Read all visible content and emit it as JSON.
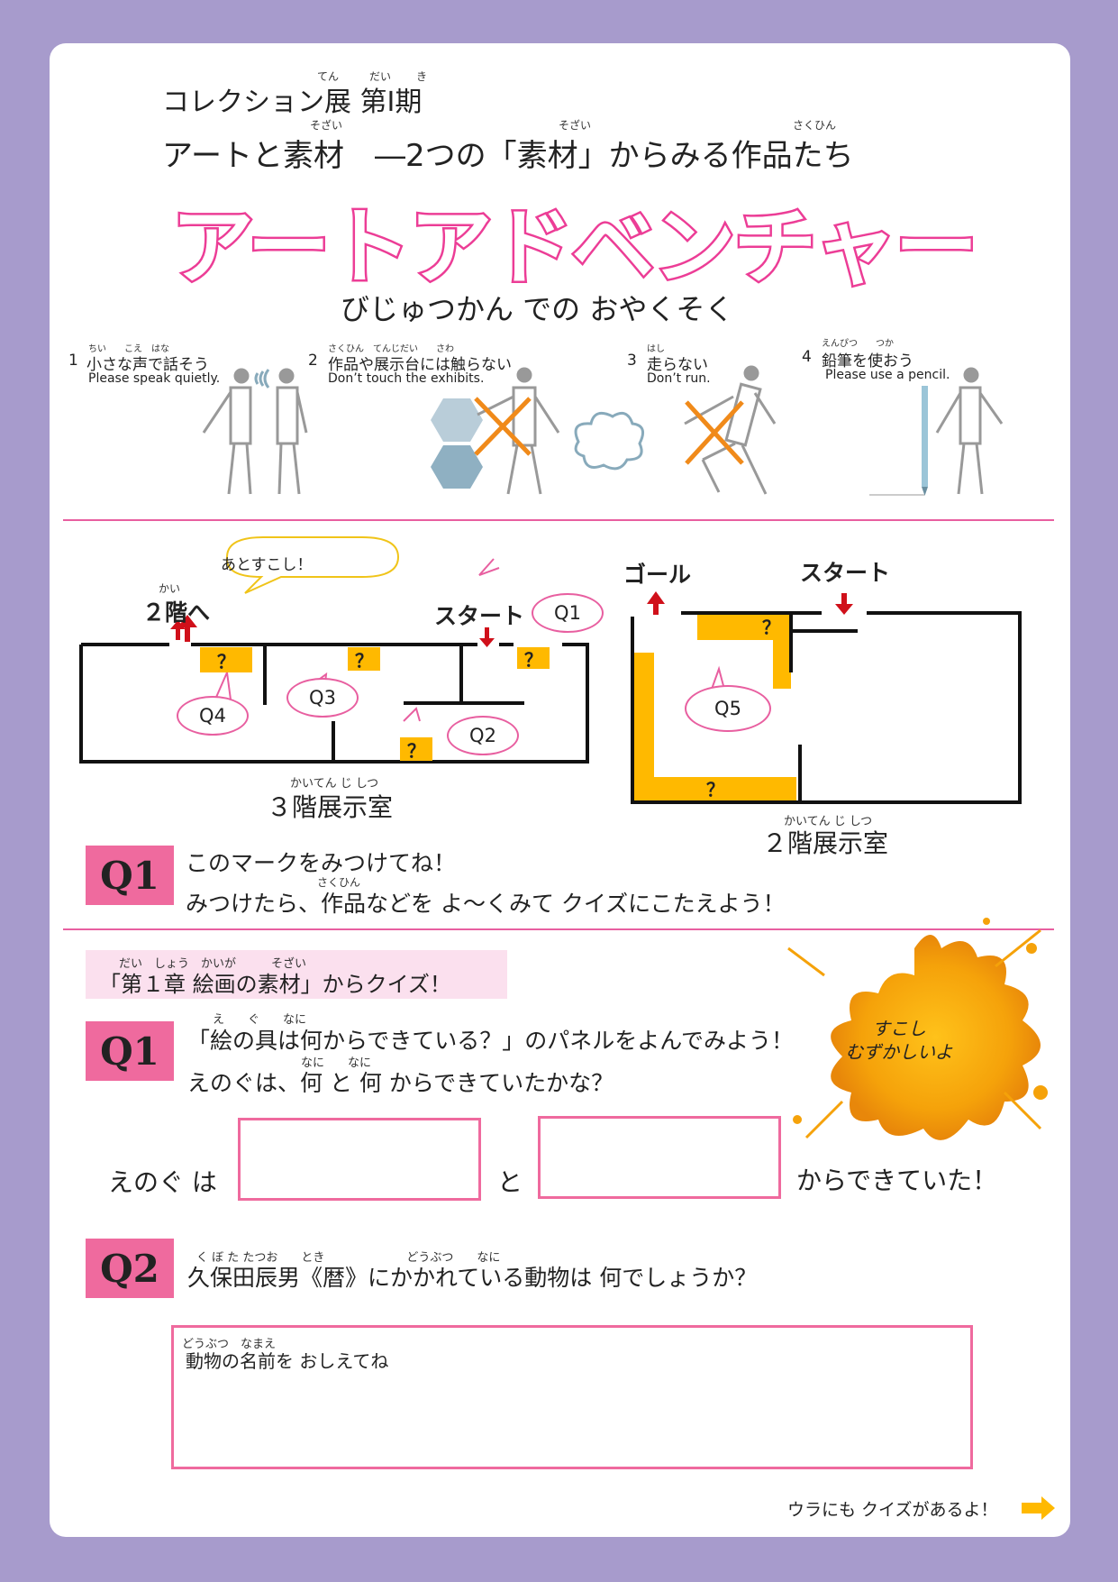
{
  "header": {
    "line1": "コレクション展 第Ⅰ期",
    "line1_ruby": [
      "てん",
      "だい",
      "き"
    ],
    "line2": "アートと素材　―2つの「素材」からみる作品たち",
    "line2_ruby": [
      "そざい",
      "そざい",
      "さくひん"
    ],
    "title": "アートアドベンチャー",
    "promise_heading": "びじゅつかん での おやくそく"
  },
  "rules": [
    {
      "num": "1",
      "ja": "小さな声で話そう",
      "ruby": "ちい　　こえ　はな",
      "en": "Please speak quietly."
    },
    {
      "num": "2",
      "ja": "作品や展示台には触らない",
      "ruby": "さくひん　てんじだい　　さわ",
      "en": "Don’t touch the exhibits."
    },
    {
      "num": "3",
      "ja": "走らない",
      "ruby": "はし",
      "en": "Don’t run."
    },
    {
      "num": "4",
      "ja": "鉛筆を使おう",
      "ruby": "えんぴつ　　つか",
      "en": "Please use a pencil."
    }
  ],
  "map3f": {
    "callout": "あとすこし！",
    "to2f": "２階へ",
    "to2f_ruby": "かい",
    "start": "スタート",
    "marker": "？",
    "bubbles": [
      "Q1",
      "Q2",
      "Q3",
      "Q4"
    ],
    "room": "３階展示室",
    "room_ruby": "かいてん じ しつ"
  },
  "map2f": {
    "goal": "ゴール",
    "start": "スタート",
    "marker": "？",
    "bubble": "Q5",
    "room": "２階展示室",
    "room_ruby": "かいてん じ しつ"
  },
  "intro_q": {
    "label": "Q1",
    "line1": "このマークをみつけてね！",
    "line2": "みつけたら、作品などを よ～くみて クイズにこたえよう！",
    "ruby": "さくひん"
  },
  "chapter": {
    "title": "「第１章 絵画の素材」からクイズ！",
    "ruby": "だい　しょう　かいが　　　そざい",
    "splash_text": "すこし\nむずかしいよ"
  },
  "q1": {
    "label": "Q1",
    "line1": "「絵の具は何からできている？」のパネルをよんでみよう！",
    "line1_ruby": "え　　ぐ　　なに",
    "line2": "えのぐは、何 と 何 からできていたかな？",
    "line2_ruby": "なに　　なに",
    "answer_prefix": "えのぐ は",
    "answer_and": "と",
    "answer_suffix": "からできていた！"
  },
  "q2": {
    "label": "Q2",
    "text": "久保田辰男《暦》にかかれている動物は 何でしょうか？",
    "ruby": "く ぼ た たつお　　とき　　　　　　　どうぶつ　　なに",
    "box_label": "動物の名前を おしえてね",
    "box_ruby": "どうぶつ　なまえ"
  },
  "footer": {
    "text": "ウラにも クイズがあるよ！"
  },
  "colors": {
    "background": "#a79bcc",
    "pink": "#ec3d96",
    "label_pink": "#ef6a9e",
    "marker_yellow": "#ffb900",
    "arrow_red": "#d0101a"
  }
}
